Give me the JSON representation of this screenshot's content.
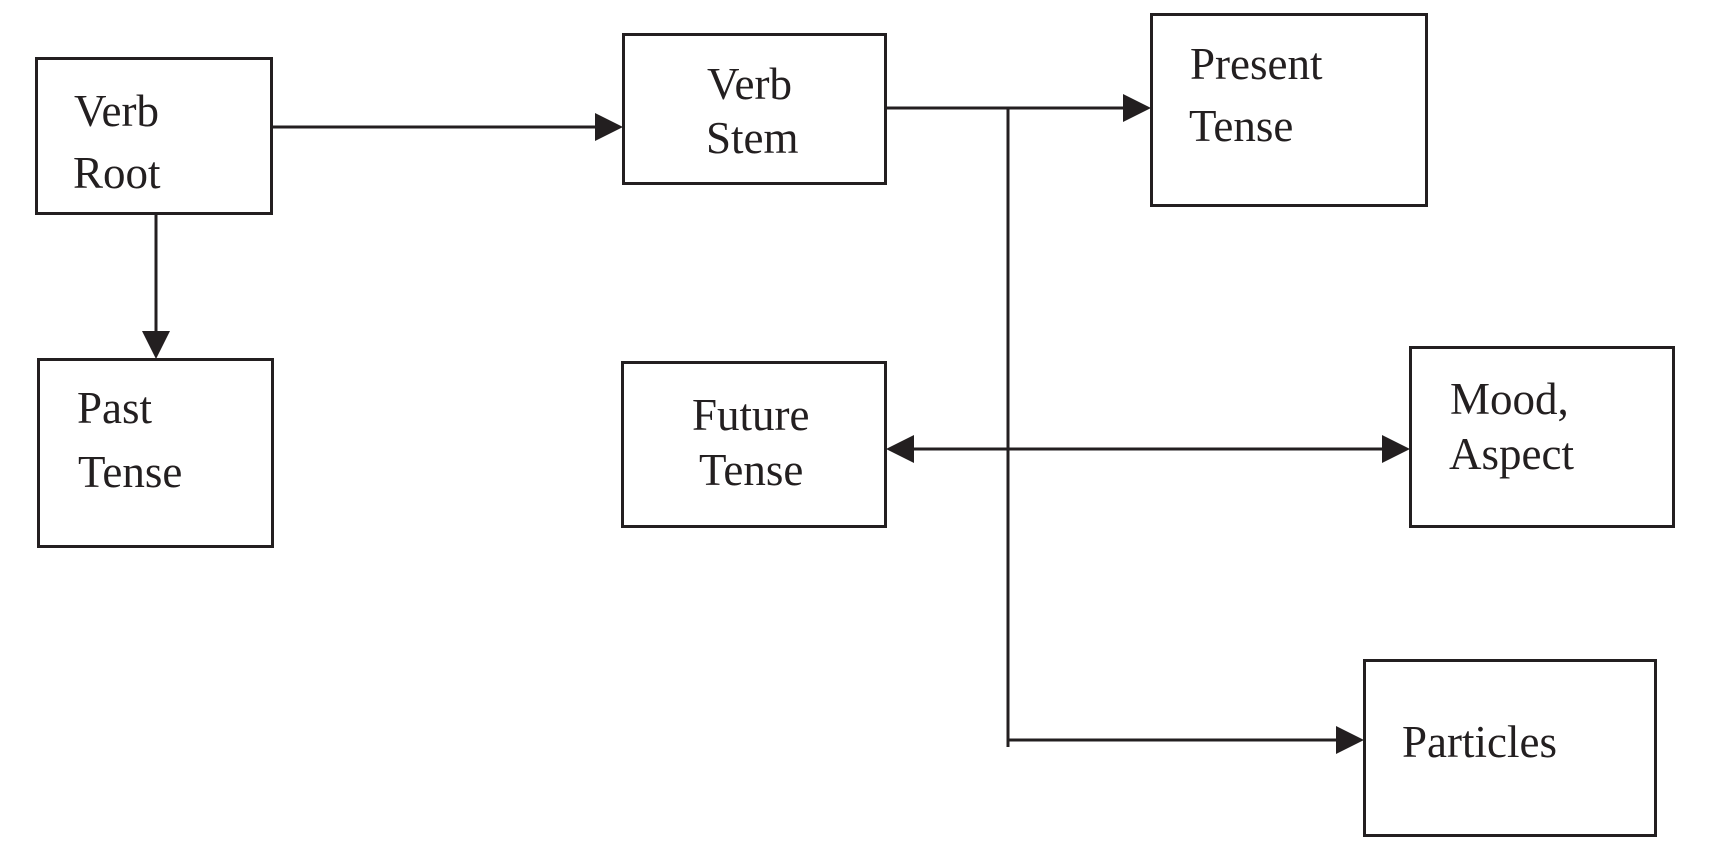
{
  "diagram": {
    "nodes": {
      "verb_root": {
        "line1": "Verb",
        "line2": "Root"
      },
      "past_tense": {
        "line1": "Past",
        "line2": "Tense"
      },
      "verb_stem": {
        "line1": "Verb",
        "line2": "Stem"
      },
      "present_tense": {
        "line1": "Present",
        "line2": "Tense"
      },
      "future_tense": {
        "line1": "Future",
        "line2": "Tense"
      },
      "mood_aspect": {
        "line1": "Mood,",
        "line2": "Aspect"
      },
      "particles": {
        "line1": "Particles"
      }
    },
    "edges": [
      {
        "from": "verb_root",
        "to": "verb_stem"
      },
      {
        "from": "verb_root",
        "to": "past_tense"
      },
      {
        "from": "verb_stem",
        "to": "present_tense"
      },
      {
        "from": "verb_stem",
        "to": "future_tense"
      },
      {
        "from": "verb_stem",
        "to": "mood_aspect"
      },
      {
        "from": "verb_stem",
        "to": "particles"
      }
    ],
    "colors": {
      "stroke": "#231f20",
      "background": "#ffffff"
    }
  }
}
